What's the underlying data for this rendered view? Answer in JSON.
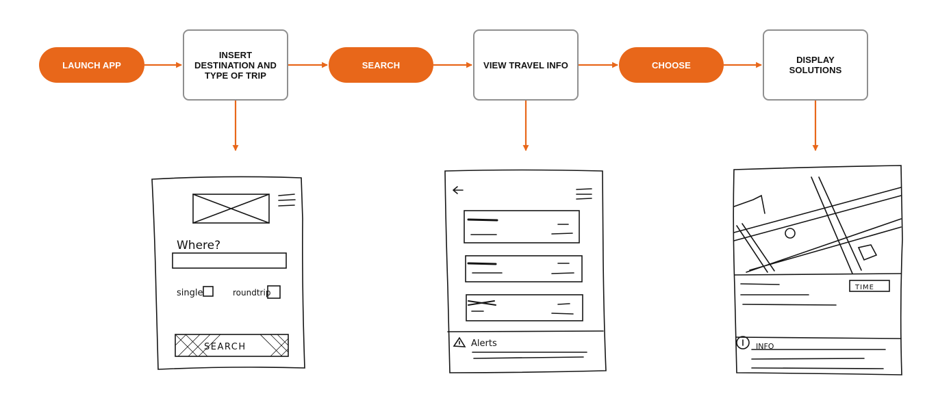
{
  "diagram": {
    "accent_color": "#e8671a",
    "box_border_color": "#8f8f8f",
    "steps": [
      {
        "label": "LAUNCH APP",
        "shape": "pill"
      },
      {
        "label": "INSERT\nDESTINATION AND\nTYPE OF TRIP",
        "shape": "box"
      },
      {
        "label": "SEARCH",
        "shape": "pill"
      },
      {
        "label": "VIEW TRAVEL INFO",
        "shape": "box"
      },
      {
        "label": "CHOOSE",
        "shape": "pill"
      },
      {
        "label": "DISPLAY SOLUTIONS",
        "shape": "box"
      }
    ]
  },
  "sketches": {
    "search_form": {
      "question": "Where?",
      "option_single": "single",
      "option_roundtrip": "roundtrip",
      "button": "SEARCH"
    },
    "travel_info": {
      "alerts": "Alerts"
    },
    "solutions": {
      "time": "TIME",
      "info": "INFO"
    }
  }
}
